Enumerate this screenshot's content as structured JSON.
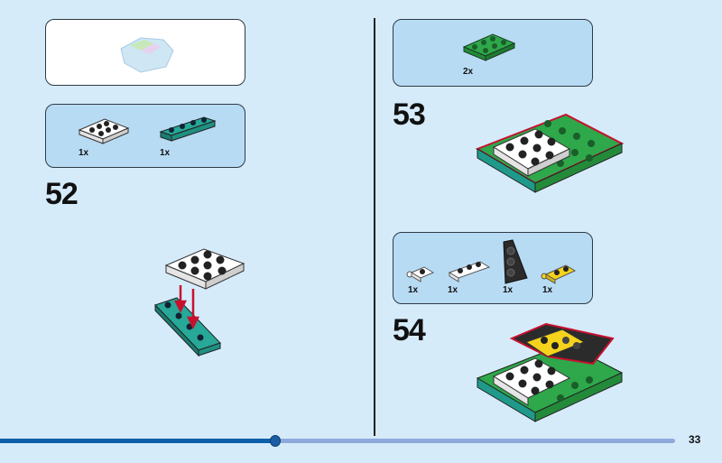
{
  "colors": {
    "background": "#d5ebfa",
    "panel": "#b8dbf4",
    "progress_fill": "#0d5faa",
    "progress_track": "#8fa9dc",
    "green": "#2ea84a",
    "teal": "#1f9a8a",
    "white": "#ffffff",
    "black": "#2b2b2b",
    "yellow": "#f5d31c",
    "red": "#c8102e"
  },
  "steps": [
    {
      "number": "52",
      "parts": [
        {
          "qty": "1x",
          "part": "white-plate-2x4"
        },
        {
          "qty": "1x",
          "part": "teal-plate-1x4"
        }
      ]
    },
    {
      "number": "53",
      "parts": [
        {
          "qty": "2x",
          "part": "green-plate-2x4"
        }
      ]
    },
    {
      "number": "54",
      "parts": [
        {
          "qty": "1x",
          "part": "white-clip-plate"
        },
        {
          "qty": "1x",
          "part": "white-plate-1x3"
        },
        {
          "qty": "1x",
          "part": "black-wedge-plate"
        },
        {
          "qty": "1x",
          "part": "yellow-clip-plate"
        }
      ]
    }
  ],
  "progress": {
    "fraction": 0.4
  },
  "page_number": "33"
}
